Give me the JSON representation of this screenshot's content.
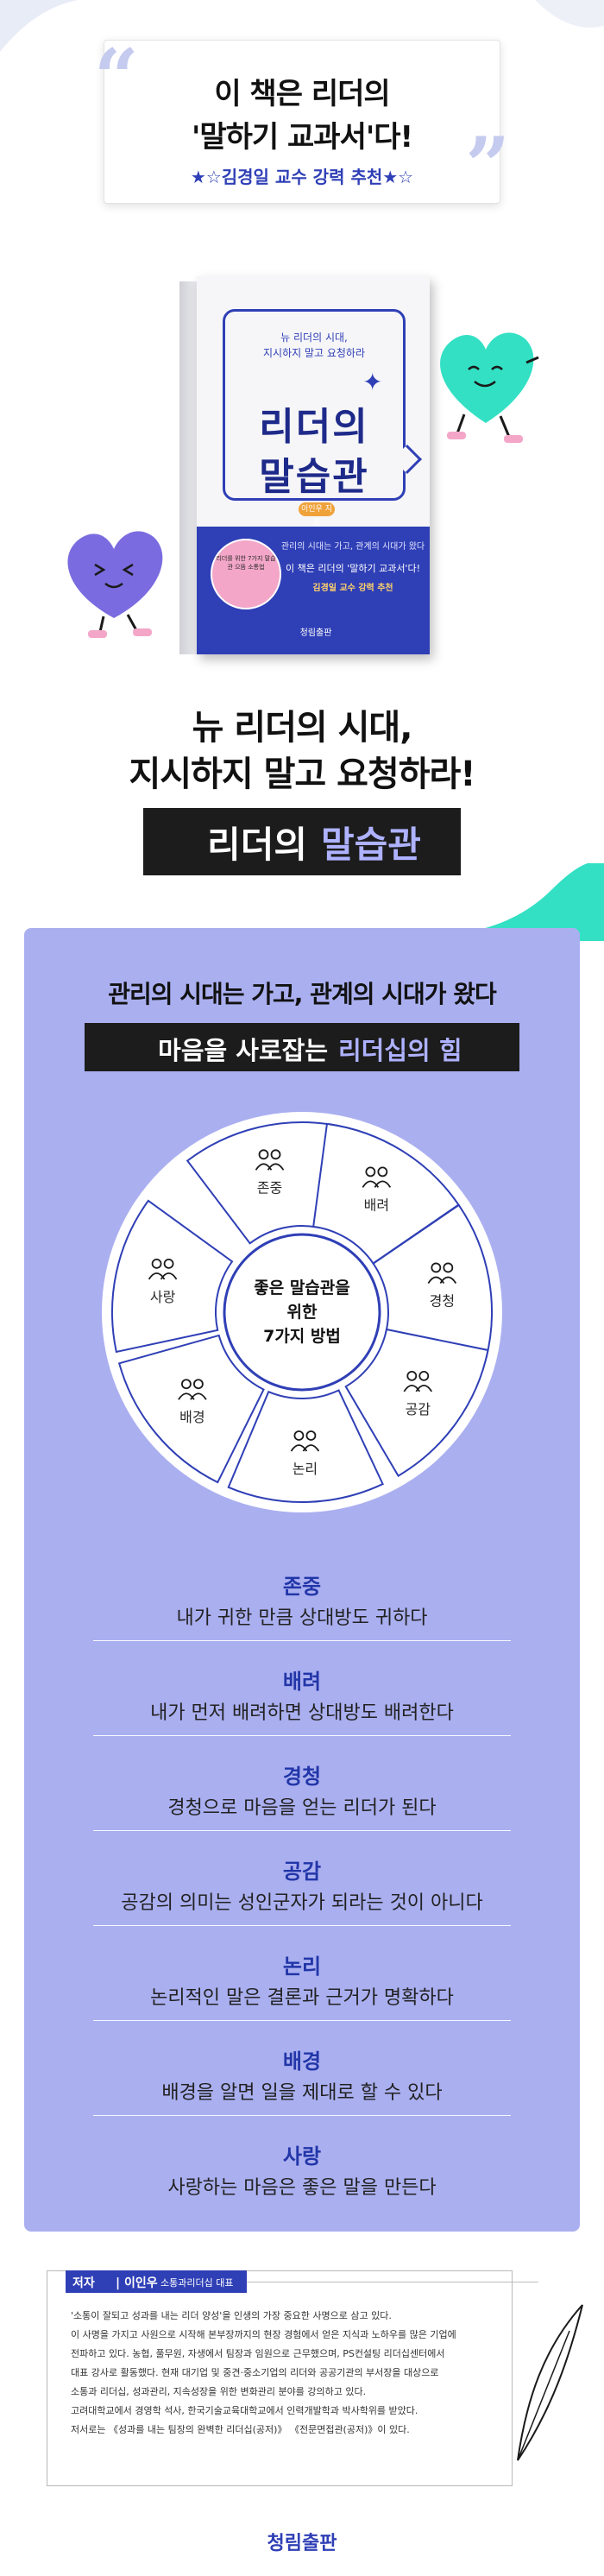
{
  "quote": {
    "line1": "이 책은 리더의",
    "line2": "'말하기 교과서'다!",
    "recommendation": "★☆김경일 교수 강력 추천★☆",
    "open_mark": "“",
    "close_mark": "”"
  },
  "book": {
    "sub1": "뉴 리더의 시대,",
    "sub2": "지시하지 말고 요청하라",
    "sparkle": "✦",
    "title1": "리더의",
    "title2": "말습관",
    "author": "이인우 지음",
    "band_line1": "관리의 시대는 가고, 관계의 시대가 왔다",
    "band_line2": "이 책은 리더의 '말하기 교과서'다!",
    "band_line3": "김경일 교수 강력 추천",
    "badge_text": "리더를 위한 7가지 말습관 으뜸 소통법",
    "publisher": "청림출판"
  },
  "headline": {
    "line1": "뉴 리더의 시대,",
    "line2": "지시하지 말고 요청하라!",
    "title_a": "리더의",
    "title_b": "말습관"
  },
  "panel": {
    "subtitle": "관리의 시대는 가고, 관계의 시대가 왔다",
    "box_a": "마음을 사로잡는",
    "box_b": "리더십의 힘",
    "wheel": {
      "center_line1": "좋은 말습관을",
      "center_line2": "위한",
      "center_line3": "7가지 방법",
      "segments": [
        {
          "label": "존중",
          "icon": "people-icon"
        },
        {
          "label": "배려",
          "icon": "care-icon"
        },
        {
          "label": "경청",
          "icon": "listen-icon"
        },
        {
          "label": "공감",
          "icon": "umbrella-icon"
        },
        {
          "label": "논리",
          "icon": "fingerprint-icon"
        },
        {
          "label": "배경",
          "icon": "head-icon"
        },
        {
          "label": "사랑",
          "icon": "heart-hand-icon"
        }
      ]
    },
    "virtues": [
      {
        "title": "존중",
        "desc": "내가 귀한 만큼 상대방도 귀하다"
      },
      {
        "title": "배려",
        "desc": "내가 먼저 배려하면 상대방도 배려한다"
      },
      {
        "title": "경청",
        "desc": "경청으로 마음을 얻는 리더가 된다"
      },
      {
        "title": "공감",
        "desc": "공감의 의미는 성인군자가 되라는 것이 아니다"
      },
      {
        "title": "논리",
        "desc": "논리적인 말은 결론과 근거가 명확하다"
      },
      {
        "title": "배경",
        "desc": "배경을 알면 일을 제대로 할 수 있다"
      },
      {
        "title": "사랑",
        "desc": "사랑하는 마음은 좋은 말을 만든다"
      }
    ]
  },
  "author": {
    "label": "저자",
    "name": "| 이인우",
    "role": "소통과리더십 대표",
    "bio": [
      "'소통이 잘되고 성과를 내는 리더 양성'을 인생의 가장 중요한 사명으로 삼고 있다.",
      "이 사명을 가지고 사원으로 시작해 본부장까지의 현장 경험에서 얻은 지식과 노하우를 많은 기업에",
      "전파하고 있다. 농협, 풀무원, 자생에서 팀장과 임원으로 근무했으며, PS컨설팅 리더십센터에서",
      "대표 강사로 활동했다. 현재 대기업 및 중견·중소기업의 리더와 공공기관의 부서장을 대상으로",
      "소통과 리더십, 성과관리, 지속성장을 위한 변화관리 분야를 강의하고 있다.",
      "고려대학교에서 경영학 석사, 한국기술교육대학교에서 인력개발학과 박사학위를 받았다.",
      "저서로는 《성과를 내는 팀장의 완벽한 리더십(공저)》 《전문면접관(공저)》이 있다."
    ]
  },
  "publisher_logo": "청림출판",
  "colors": {
    "accent": "#2f3fb6",
    "panel": "#aaaff0",
    "highlight": "#aeb2ff",
    "mint": "#33e0c4",
    "purple": "#7a6ce0"
  }
}
